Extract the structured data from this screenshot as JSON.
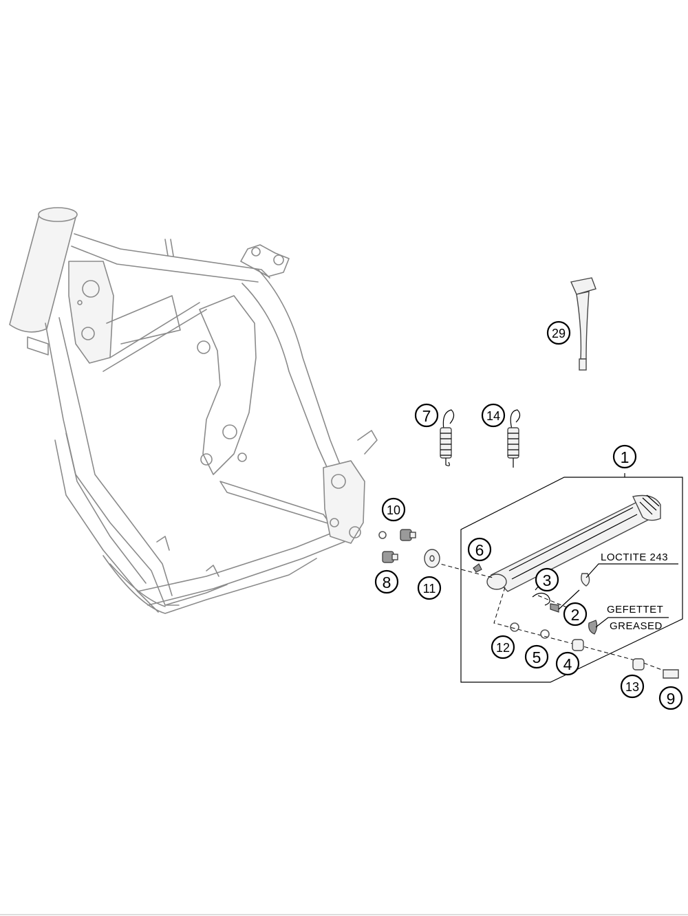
{
  "callouts": [
    {
      "label": "1"
    },
    {
      "label": "2"
    },
    {
      "label": "3"
    },
    {
      "label": "4"
    },
    {
      "label": "5"
    },
    {
      "label": "6"
    },
    {
      "label": "7"
    },
    {
      "label": "8"
    },
    {
      "label": "9"
    },
    {
      "label": "10"
    },
    {
      "label": "11"
    },
    {
      "label": "12"
    },
    {
      "label": "13"
    },
    {
      "label": "14"
    },
    {
      "label": "29"
    }
  ],
  "notes": {
    "loctite": "LOCTITE 243",
    "gefettet": "GEFETTET",
    "greased": "GREASED"
  }
}
